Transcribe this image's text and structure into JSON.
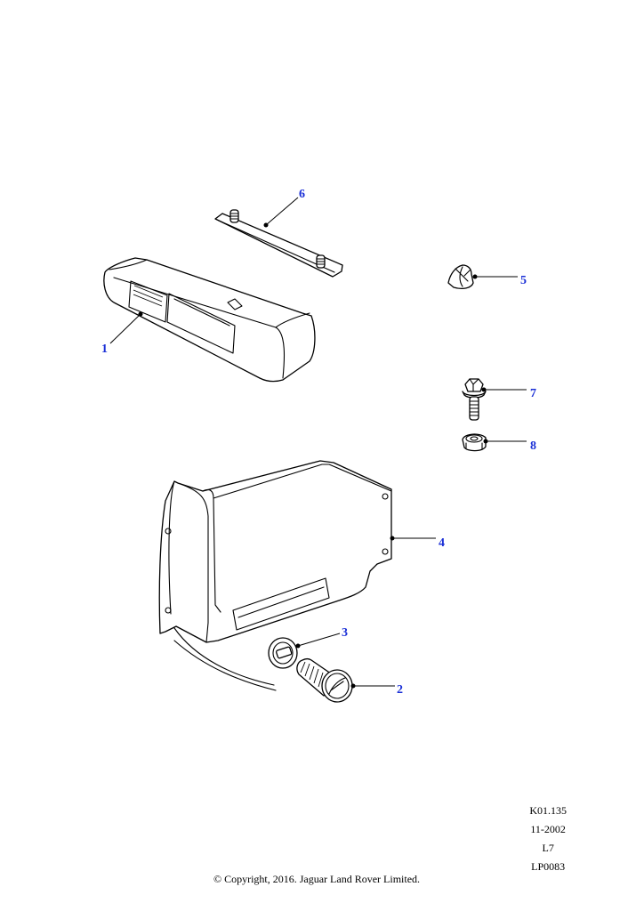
{
  "callouts": [
    {
      "id": "1",
      "label": "1"
    },
    {
      "id": "2",
      "label": "2"
    },
    {
      "id": "3",
      "label": "3"
    },
    {
      "id": "4",
      "label": "4"
    },
    {
      "id": "5",
      "label": "5"
    },
    {
      "id": "6",
      "label": "6"
    },
    {
      "id": "7",
      "label": "7"
    },
    {
      "id": "8",
      "label": "8"
    }
  ],
  "meta": {
    "code": "K01.135",
    "date": "11-2002",
    "level": "L7",
    "ref": "LP0083"
  },
  "copyright": "© Copyright, 2016. Jaguar Land Rover Limited.",
  "colors": {
    "callout": "#1a2fd6",
    "line": "#000000",
    "background": "#ffffff"
  }
}
